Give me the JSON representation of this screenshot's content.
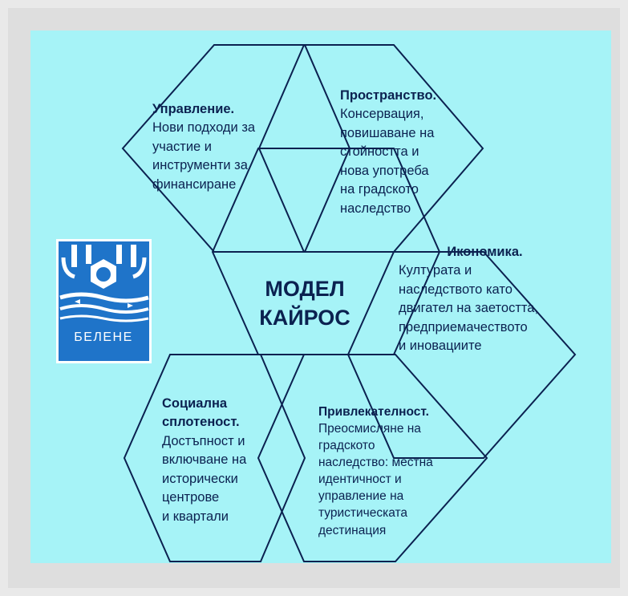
{
  "diagram": {
    "center": {
      "title": "МОДЕЛ\nКАЙРОС"
    },
    "hexagons": [
      {
        "id": "governance",
        "title": "Управление.",
        "body": "Нови подходи за\nучастие и\nинструменти за\nфинансиране"
      },
      {
        "id": "space",
        "title": "Пространство.",
        "body": "Консервация,\nповишаване на\nстойността и\nнова употреба\nна градското\nнаследство"
      },
      {
        "id": "economy",
        "title": "Икономика.",
        "body": "Културата и\nнаследството като\nдвигател на заетостта,\nпредприемачеството\nи иновациите"
      },
      {
        "id": "social",
        "title": "Социална\nсплотеност.",
        "body": "Достъпност и\nвключване на\nисторически\nцентрове\nи квартали"
      },
      {
        "id": "attractiveness",
        "title": "Привлекателност.",
        "body": "Преосмисляне на\nградското\nнаследство: местна\nидентичност и\nуправление на\nтуристическата\nдестинация"
      }
    ]
  },
  "logo": {
    "text": "БЕЛЕНЕ",
    "colors": {
      "blue": "#1f74c9",
      "white": "#ffffff"
    }
  },
  "colors": {
    "panel": "#a6f3f7",
    "hex_stroke": "#0b2150",
    "text": "#0b2150"
  }
}
